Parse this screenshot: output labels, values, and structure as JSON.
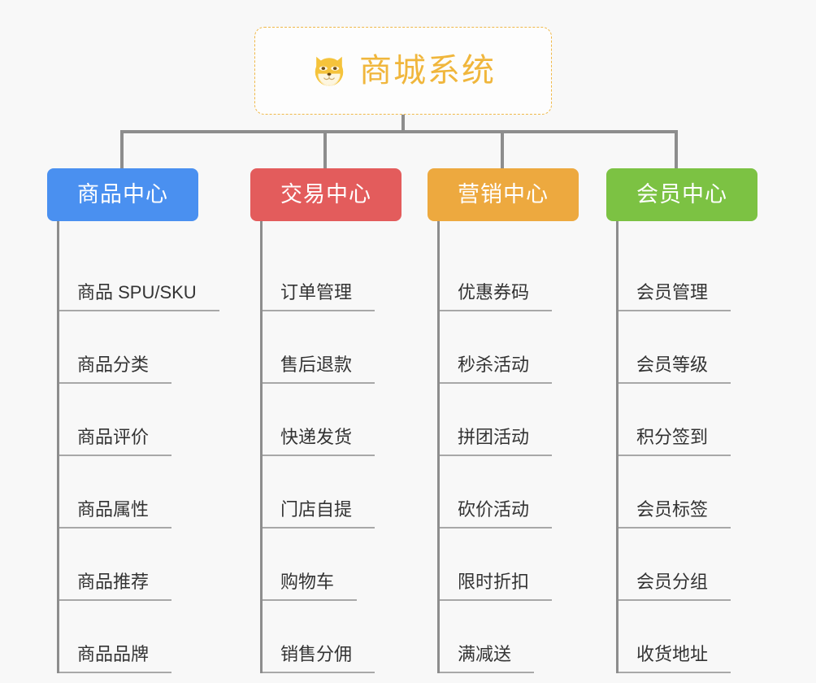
{
  "page": {
    "background_color": "#f8f8f8",
    "line_color": "#8d8d8d",
    "underline_color": "#a8a8a8",
    "leaf_text_color": "#333333"
  },
  "root": {
    "title": "商城系统",
    "icon": "shiba-dog-face-icon",
    "icon_glyph": "🐕",
    "text_color": "#f0b63c",
    "border_color": "#f0b94a",
    "border_style": "dashed",
    "background_color": "#fdfdfd"
  },
  "columns": [
    {
      "id": "product-center",
      "label": "商品中心",
      "color": "#4a90f0",
      "label_color": "#ffffff",
      "items": [
        {
          "label": "商品 SPU/SKU"
        },
        {
          "label": "商品分类"
        },
        {
          "label": "商品评价"
        },
        {
          "label": "商品属性"
        },
        {
          "label": "商品推荐"
        },
        {
          "label": "商品品牌"
        }
      ]
    },
    {
      "id": "trade-center",
      "label": "交易中心",
      "color": "#e35c5c",
      "label_color": "#ffffff",
      "items": [
        {
          "label": "订单管理"
        },
        {
          "label": "售后退款"
        },
        {
          "label": "快递发货"
        },
        {
          "label": "门店自提"
        },
        {
          "label": "购物车"
        },
        {
          "label": "销售分佣"
        }
      ]
    },
    {
      "id": "marketing-center",
      "label": "营销中心",
      "color": "#eda93f",
      "label_color": "#ffffff",
      "items": [
        {
          "label": "优惠券码"
        },
        {
          "label": "秒杀活动"
        },
        {
          "label": "拼团活动"
        },
        {
          "label": "砍价活动"
        },
        {
          "label": "限时折扣"
        },
        {
          "label": "满减送"
        }
      ]
    },
    {
      "id": "member-center",
      "label": "会员中心",
      "color": "#7cc243",
      "label_color": "#ffffff",
      "items": [
        {
          "label": "会员管理"
        },
        {
          "label": "会员等级"
        },
        {
          "label": "积分签到"
        },
        {
          "label": "会员标签"
        },
        {
          "label": "会员分组"
        },
        {
          "label": "收货地址"
        }
      ]
    }
  ]
}
